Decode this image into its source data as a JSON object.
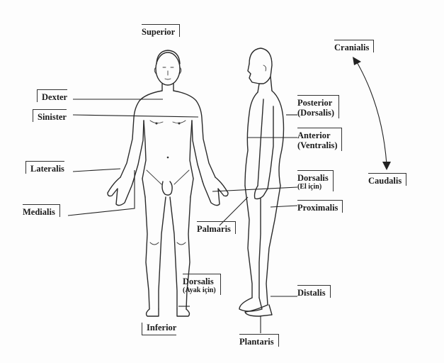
{
  "labels": {
    "superior": "Superior",
    "dexter": "Dexter",
    "sinister": "Sinister",
    "lateralis": "Lateralis",
    "medialis": "Medialis",
    "inferior": "Inferior",
    "dorsalis_foot_line1": "Dorsalis",
    "dorsalis_foot_line2": "(Ayak için)",
    "palmaris": "Palmaris",
    "posterior_line1": "Posterior",
    "posterior_line2": "(Dorsalis)",
    "anterior_line1": "Anterior",
    "anterior_line2": "(Ventralis)",
    "dorsalis_hand_line1": "Dorsalis",
    "dorsalis_hand_line2": "(El için)",
    "proximalis": "Proximalis",
    "distalis": "Distalis",
    "plantaris": "Plantaris",
    "cranialis": "Cranialis",
    "caudalis": "Caudalis"
  }
}
